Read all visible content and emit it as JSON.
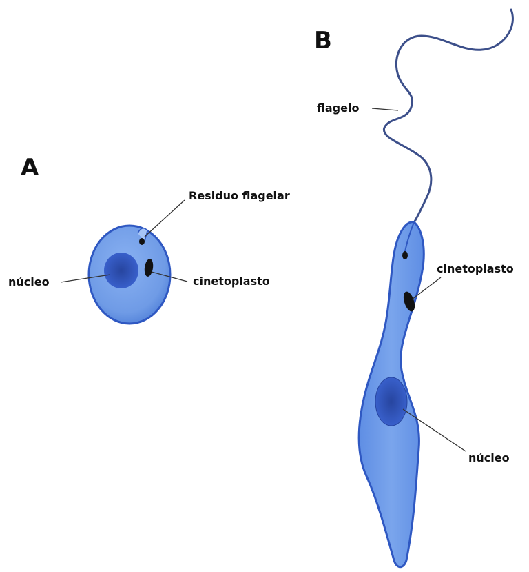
{
  "panels": {
    "a": {
      "letter": "A",
      "labels": {
        "flagellar_residue": "Residuo flagelar",
        "nucleus": "núcleo",
        "kinetoplast": "cinetoplasto"
      }
    },
    "b": {
      "letter": "B",
      "labels": {
        "flagellum": "flagelo",
        "kinetoplast": "cinetoplasto",
        "nucleus": "núcleo"
      }
    }
  },
  "colors": {
    "cell_fill": "#6f9be6",
    "cell_edge": "#2f58c2",
    "nucleus_fill": "#3157c4",
    "nucleus_core": "#27459f",
    "organelle": "#121212",
    "flagellum": "#3c4f8a"
  }
}
